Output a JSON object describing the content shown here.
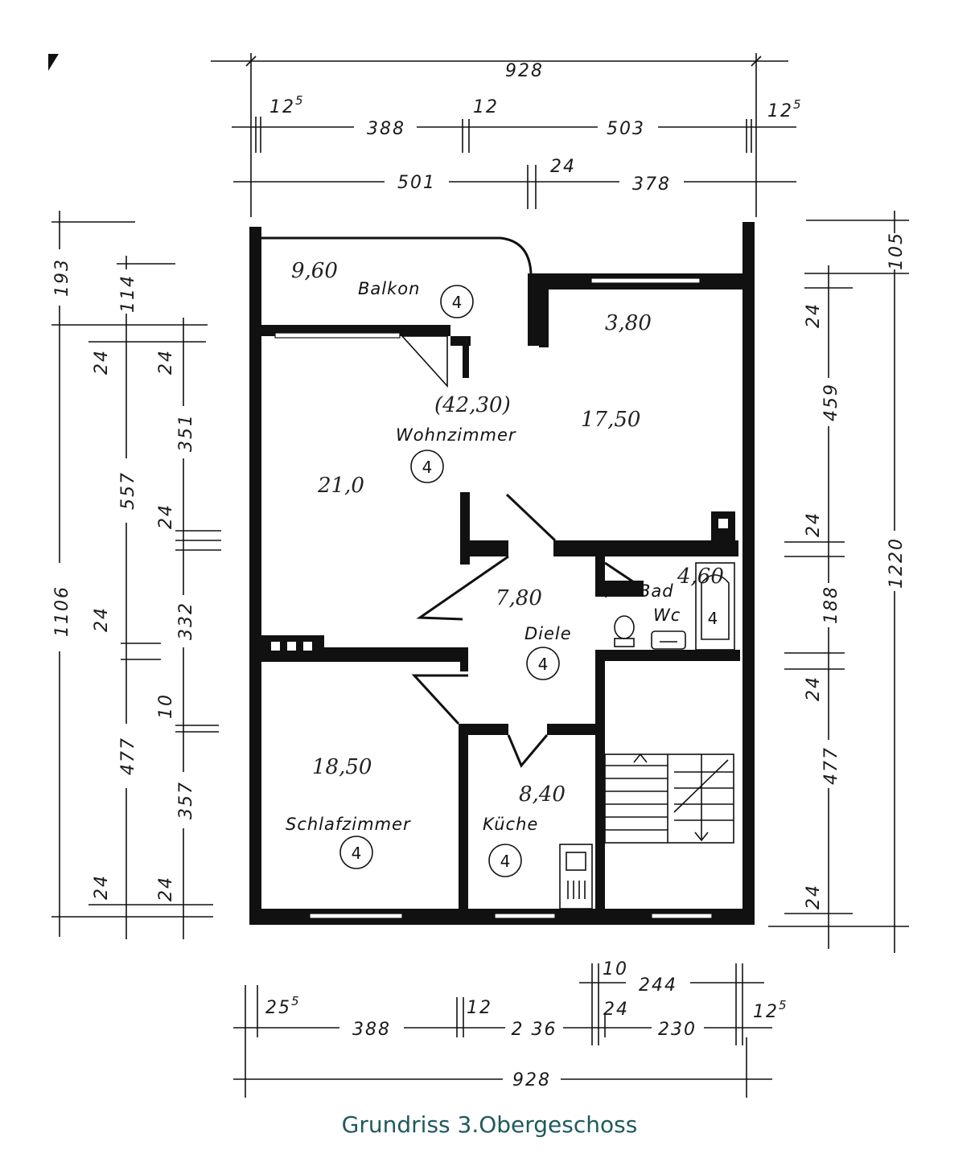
{
  "caption": "Grundriss 3.Obergeschoss",
  "colors": {
    "caption": "#1f5a5c",
    "ink": "#111111",
    "paper": "#ffffff"
  },
  "dims": {
    "top_total": "928",
    "top_r1_a": "12",
    "top_r1_a_sup": "5",
    "top_r1_b": "388",
    "top_r1_c": "12",
    "top_r1_d": "503",
    "top_r1_e": "12",
    "top_r1_e_sup": "5",
    "top_r2_a": "501",
    "top_r2_b": "24",
    "top_r2_c": "378",
    "left_outer_1": "193",
    "left_outer_2": "1106",
    "left_mid_1": "114",
    "left_mid_2": "24",
    "left_mid_3": "557",
    "left_mid_4": "24",
    "left_mid_5": "477",
    "left_mid_6": "24",
    "left_inner_1": "24",
    "left_inner_2": "351",
    "left_inner_3": "24",
    "left_inner_4": "332",
    "left_inner_5": "10",
    "left_inner_6": "357",
    "left_inner_7": "24",
    "right_outer_1": "105",
    "right_outer_2": "1220",
    "right_inner_1": "24",
    "right_inner_2": "459",
    "right_inner_3": "24",
    "right_inner_4": "188",
    "right_inner_5": "24",
    "right_inner_6": "477",
    "right_inner_7": "24",
    "bottom_r1_a": "10",
    "bottom_r1_b": "244",
    "bottom_r2_a": "25",
    "bottom_r2_a_sup": "5",
    "bottom_r2_b": "388",
    "bottom_r2_c": "12",
    "bottom_r2_d": "2 36",
    "bottom_r2_e": "24",
    "bottom_r2_f": "230",
    "bottom_r2_g": "12",
    "bottom_r2_g_sup": "5",
    "bottom_total": "928"
  },
  "rooms": {
    "balkon": {
      "label": "Balkon",
      "number": "4",
      "area": "9,60"
    },
    "wohnzimmer": {
      "label": "Wohnzimmer",
      "number": "4",
      "area_total": "(42,30)",
      "area_left": "21,0",
      "area_right": "17,50",
      "area_alcove": "3,80"
    },
    "diele": {
      "label": "Diele",
      "number": "4",
      "area": "7,80"
    },
    "bad": {
      "label": "Bad",
      "label2": "Wc",
      "number": "4",
      "area": "4,60"
    },
    "schlafzimmer": {
      "label": "Schlafzimmer",
      "number": "4",
      "area": "18,50"
    },
    "kueche": {
      "label": "Küche",
      "number": "4",
      "area": "8,40"
    }
  }
}
